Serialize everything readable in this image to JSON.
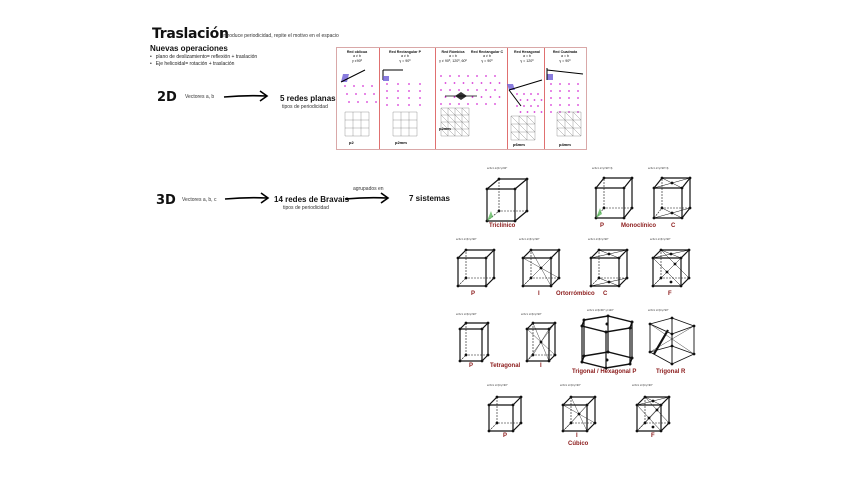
{
  "header": {
    "title": "Traslación",
    "subtitle": "Introduce periodicidad, repite el motivo en el espacio"
  },
  "operations": {
    "heading": "Nuevas operaciones",
    "items": [
      "plano de deslizamiento= reflexión + traslación",
      "Eje helicoidal= rotación + traslación"
    ]
  },
  "row2d": {
    "label": "2D",
    "vectors": "Vectores a, b",
    "result": "5 redes planas",
    "result_sub": "tipos de periodicidad"
  },
  "row3d": {
    "label": "3D",
    "vectors": "Vectores a, b, c",
    "result": "14 redes de Bravais",
    "result_sub": "tipos de periodicidad",
    "arrow_label": "agrupados en",
    "systems": "7 sistemas"
  },
  "planar_lattices": [
    {
      "name": "Red oblicua",
      "p1": "a ≠ b",
      "p2": "γ ≠90º",
      "group": "p2"
    },
    {
      "name": "Red Rectangular P",
      "p1": "a ≠ b",
      "p2": "γ = 90º",
      "group": "p2mm"
    },
    {
      "name": "Red Rómbica",
      "p1": "a = b",
      "p2": "γ ≠ 90º, 120º, 60º",
      "group": "p2mm"
    },
    {
      "name": "Red Rectangular C",
      "p1": "a ≠ b",
      "p2": "γ = 90º",
      "group": ""
    },
    {
      "name": "Red Hexagonal",
      "p1": "a = b",
      "p2": "γ = 120º",
      "group": "p6mm"
    },
    {
      "name": "Red Cuadrada",
      "p1": "a = b",
      "p2": "γ = 90º",
      "group": "p4mm"
    }
  ],
  "bravais": {
    "triclinic": {
      "system": "Triclínico",
      "cap": "a≠b≠c  α≠β≠γ≠90°"
    },
    "monoclinic": {
      "system": "Monoclínico",
      "p": "P",
      "c": "C",
      "cap": "a≠b≠c  α=γ=90°≠β"
    },
    "orthorhombic": {
      "system": "Ortorrómbico",
      "labels": [
        "P",
        "I",
        "C",
        "F"
      ],
      "cap": "a≠b≠c  α=β=γ=90°"
    },
    "tetragonal": {
      "system": "Tetragonal",
      "labels": [
        "P",
        "I"
      ],
      "cap": "a=b≠c  α=β=γ=90°"
    },
    "hexagonal": {
      "system": "Trigonal / Hexagonal P",
      "cap": "a=b≠c  α=β=90° γ=120°"
    },
    "trigonal": {
      "system": "Trigonal R",
      "cap": "a=b=c  α=β=γ≠90°"
    },
    "cubic": {
      "system": "Cúbico",
      "labels": [
        "P",
        "I",
        "F"
      ],
      "cap": "a=b=c  α=β=γ=90°"
    }
  },
  "colors": {
    "accent": "#8b1a1a",
    "lattice_pt": "#d633d6",
    "cell_fill": "#6b5bd6",
    "sep": "#e07070"
  }
}
